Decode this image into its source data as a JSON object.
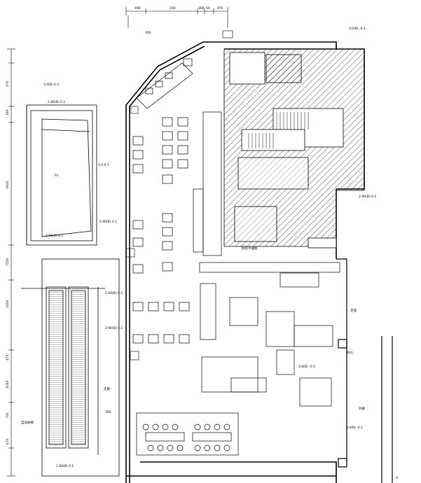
{
  "drawing": {
    "top_dims": [
      "490",
      "550",
      "300",
      "50",
      "475"
    ],
    "left_dims": [
      "470",
      "180",
      "2920",
      "2550",
      "475",
      "1040",
      "700",
      "470"
    ],
    "total_height_dim": "7520",
    "labels": {
      "level_a": "3.0(B) 0.1",
      "level_b": "2.80(B) 0.1",
      "level_c": "2.90(B) 0.1",
      "level_d": "2.90(B) 0.1",
      "level_e": "2.90(B) 0.1",
      "level_f": "2.90(B) 0.1",
      "floor_right_1": "3.0(B) -0.1",
      "floor_right_2": "3.0(B) -0.1",
      "floor_right_3": "3.0(B) -0.1",
      "room_side_note": "3.0 0.1",
      "escalator_note": "自动扶梯",
      "corridor_note": "走廊",
      "room_a": "走道",
      "room_b": "外廊",
      "room_c": "办公",
      "grid_right": "2.90(B) 0.1",
      "corner_tag": "A",
      "left_mark": "P1",
      "side_a": "300",
      "side_b": "300",
      "kitchen_title": "厨房平面图"
    }
  },
  "colors": {
    "line": "#000000",
    "hatch": "#000000",
    "background": "#ffffff"
  }
}
